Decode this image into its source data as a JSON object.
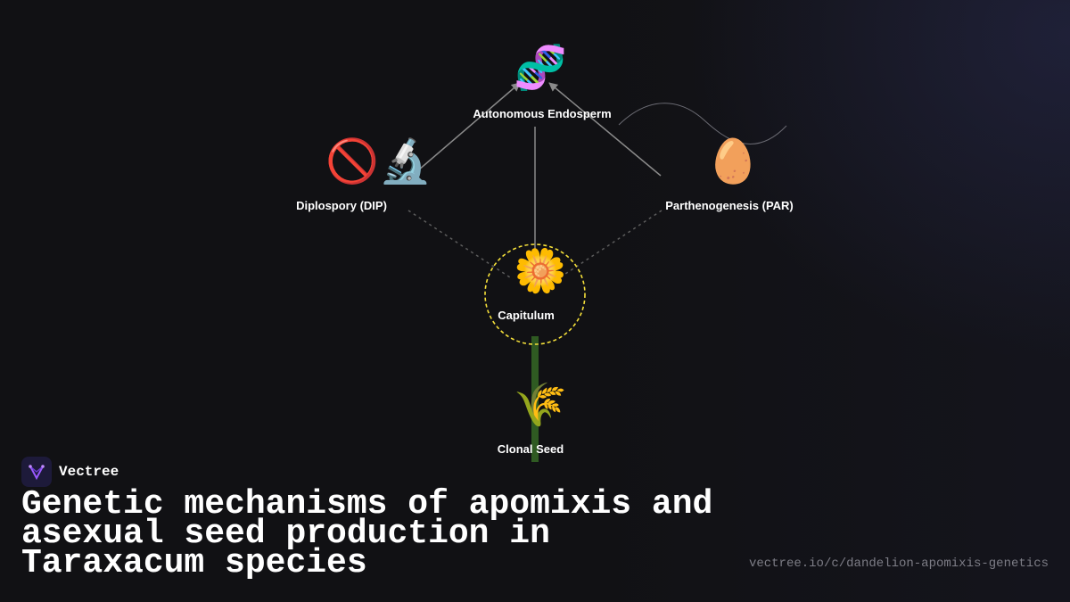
{
  "brand": {
    "name": "Vectree"
  },
  "title": "Genetic mechanisms of apomixis and asexual seed production in Taraxacum species",
  "url": "vectree.io/c/dandelion-apomixis-genetics",
  "diagram": {
    "nodes": [
      {
        "id": "autonomous-endosperm",
        "icon": "🧬",
        "icon_name": "dna-icon",
        "label": "Autonomous Endosperm"
      },
      {
        "id": "diplospory",
        "icon": "🚫🔬",
        "icon_name": "no-microscope-icon",
        "label": "Diplospory (DIP)"
      },
      {
        "id": "parthenogenesis",
        "icon": "🥚",
        "icon_name": "egg-icon",
        "label": "Parthenogenesis (PAR)"
      },
      {
        "id": "capitulum",
        "icon": "🌼",
        "icon_name": "blossom-icon",
        "label": "Capitulum"
      },
      {
        "id": "clonal-seed",
        "icon": "🌾",
        "icon_name": "sheaf-icon",
        "label": "Clonal Seed"
      }
    ],
    "colors": {
      "arrow": "#8a8a8a",
      "dotted_line": "#5c5c5c",
      "highlight_ring": "#f5e03a",
      "stem": "#2f5a22",
      "thin_curve": "#6a6a72"
    }
  }
}
